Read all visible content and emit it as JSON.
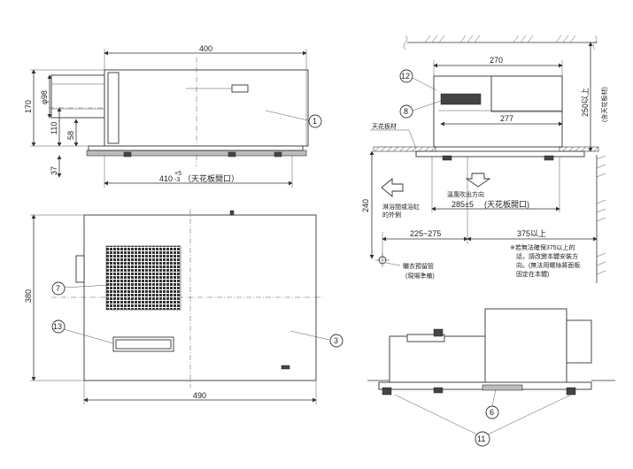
{
  "dimensions": {
    "top_left_width": "400",
    "top_left_height": "170",
    "duct_diameter": "φ98",
    "h110": "110",
    "h58": "58",
    "h37": "37",
    "ceiling_opening_left": "410",
    "ceiling_opening_tol": "+5\n-3",
    "ceiling_opening_label": "（天花板開口）",
    "plan_height": "380",
    "plan_width": "490",
    "right_width": "270",
    "right_inner": "277",
    "right_height_label": "250以上",
    "right_height_sub": "(含天花板材)",
    "ceiling_material": "天花板材",
    "airflow": "溫風吹出方向",
    "side_note": "淋浴間或浴缸\n的外側",
    "h240": "240",
    "opening_right": "285±5",
    "opening_right_label": "(天花板開口)",
    "range": "225~275",
    "min375": "375以上",
    "note375": "※若無法確保375以上的\n話，請改變本體安裝方\n向。(無法用螺絲將面板\n固定在本體)",
    "pipe_label": "曬衣預留管\n(現場準備)"
  },
  "callouts": {
    "c1": "1",
    "c3": "3",
    "c6": "6",
    "c7": "7",
    "c8": "8",
    "c11": "11",
    "c12": "12",
    "c13": "13"
  }
}
